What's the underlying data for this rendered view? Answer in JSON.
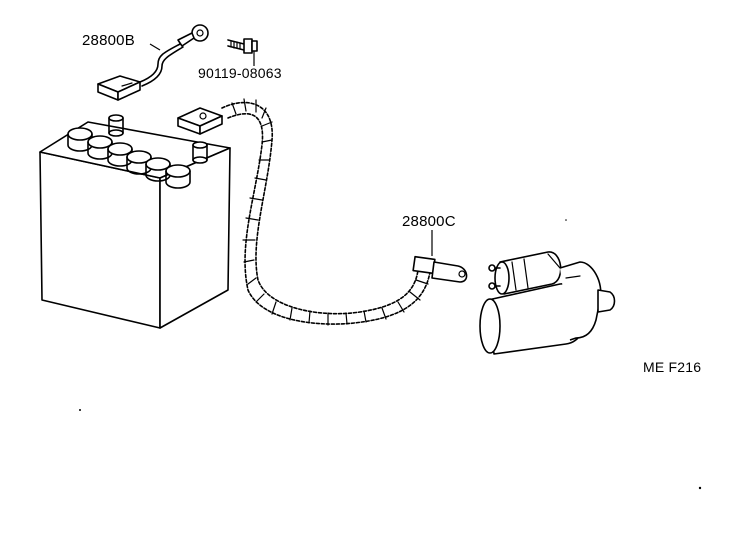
{
  "diagram": {
    "labels": {
      "cable_b": "28800B",
      "bolt": "90119-08063",
      "cable_c": "28800C",
      "figure_code": "ME F216"
    },
    "colors": {
      "ink": "#000000",
      "paper": "#ffffff"
    }
  }
}
